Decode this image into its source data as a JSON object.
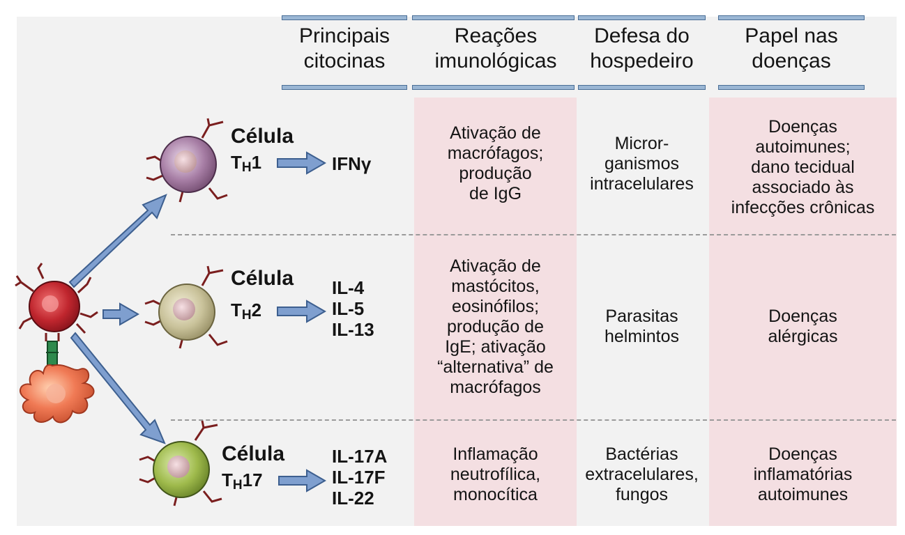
{
  "columns": [
    {
      "id": "citocinas",
      "label": "Principais\ncitocinas"
    },
    {
      "id": "reacoes",
      "label": "Reações\nimunológicas"
    },
    {
      "id": "defesa",
      "label": "Defesa do\nhospedeiro"
    },
    {
      "id": "papel",
      "label": "Papel nas\ndoenças"
    }
  ],
  "cell_word": "Célula",
  "subsets": [
    {
      "name_prefix": "T",
      "name_sub": "H",
      "name_suffix": "1",
      "cytokines": "IFNγ",
      "reacoes": "Ativação de\nmacrófagos;\nprodução\nde IgG",
      "defesa": "Micror-\nganismos\nintracelulares",
      "papel": "Doenças\nautoimunes;\ndano tecidual\nassociado às\ninfecções crônicas",
      "cell_color": "#a77ea5"
    },
    {
      "name_prefix": "T",
      "name_sub": "H",
      "name_suffix": "2",
      "cytokines": "IL-4\nIL-5\nIL-13",
      "reacoes": "Ativação de\nmastócitos,\neosinófilos;\nprodução de\nIgE; ativação\n“alternativa” de\nmacrófagos",
      "defesa": "Parasitas\nhelmintos",
      "papel": "Doenças\nalérgicas",
      "cell_color": "#c9c29a"
    },
    {
      "name_prefix": "T",
      "name_sub": "H",
      "name_suffix": "17",
      "cytokines": "IL-17A\nIL-17F\nIL-22",
      "reacoes": "Inflamação\nneutrofílica,\nmonocítica",
      "defesa": "Bactérias\nextracelulares,\nfungos",
      "papel": "Doenças\ninflamatórias\nautoimunes",
      "cell_color": "#9fba4c"
    }
  ],
  "colors": {
    "panel": "#f2f2f2",
    "pink_column": "#f4dfe2",
    "header_bar": "#9ab6d4",
    "arrow": "#7f9fcf",
    "arrow_stroke": "#3d5f8f",
    "naive_cell": "#c0262e",
    "apc_cell": "#f07a55",
    "mhc": "#2e8a4d",
    "dendrite": "#7a1e1e",
    "divider": "#9a9a9a"
  }
}
